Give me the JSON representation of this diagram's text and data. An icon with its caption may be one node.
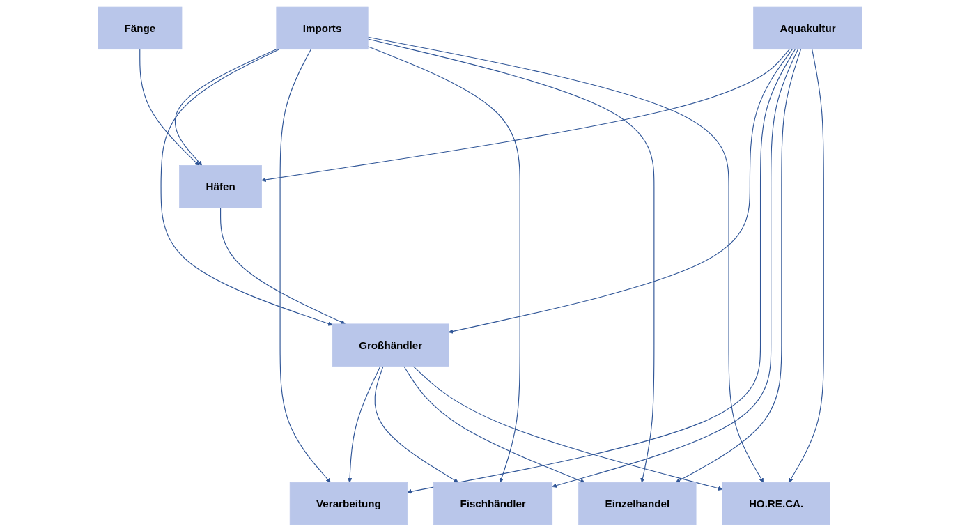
{
  "diagram": {
    "nodes": [
      {
        "text": [
          "Imports"
        ]
      },
      {
        "text": [
          "Fänge"
        ]
      },
      {
        "text": [
          "Aquakultur"
        ]
      },
      {
        "text": [
          "Häfen"
        ]
      },
      {
        "text": [
          "Großhändler"
        ]
      },
      {
        "text": [
          "Verarbeitung"
        ]
      },
      {
        "text": [
          "Fischhändler"
        ]
      },
      {
        "text": [
          "Einzelhandel"
        ]
      },
      {
        "text": [
          "HO.RE.CA."
        ]
      }
    ],
    "edges": [
      {
        "from": 1,
        "to": 3,
        "arrow": "to"
      },
      {
        "from": 0,
        "to": 3,
        "arrow": "to"
      },
      {
        "from": 2,
        "to": 3,
        "arrow": "to"
      },
      {
        "from": 3,
        "to": 4,
        "arrow": "to"
      },
      {
        "from": 0,
        "to": 4,
        "arrow": "to"
      },
      {
        "from": 2,
        "to": 4,
        "arrow": "to"
      },
      {
        "from": 0,
        "to": 5,
        "arrow": "to"
      },
      {
        "from": 0,
        "to": 6,
        "arrow": "to"
      },
      {
        "from": 0,
        "to": 7,
        "arrow": "to"
      },
      {
        "from": 0,
        "to": 8,
        "arrow": "to"
      },
      {
        "from": 4,
        "to": 5,
        "arrow": "to"
      },
      {
        "from": 4,
        "to": 6,
        "arrow": "to"
      },
      {
        "from": 4,
        "to": 7,
        "arrow": "to"
      },
      {
        "from": 4,
        "to": 8,
        "arrow": "to"
      },
      {
        "from": 2,
        "to": 5,
        "arrow": "to"
      },
      {
        "from": 2,
        "to": 6,
        "arrow": "to"
      },
      {
        "from": 2,
        "to": 7,
        "arrow": "to"
      },
      {
        "from": 2,
        "to": 8,
        "arrow": "to"
      }
    ]
  }
}
